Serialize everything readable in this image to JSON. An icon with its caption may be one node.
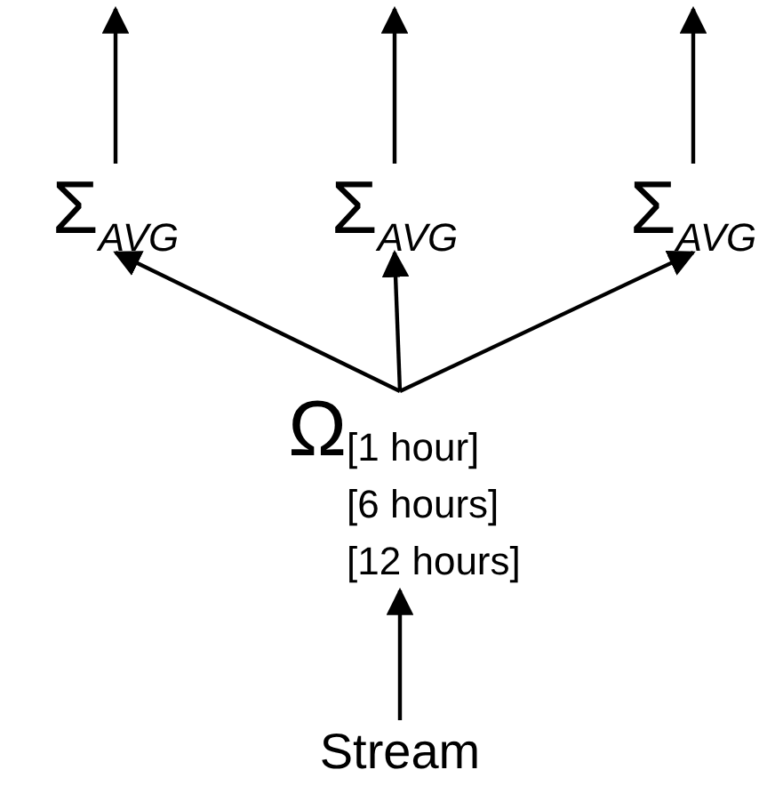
{
  "diagram": {
    "nodes": [
      {
        "text": [
          "Σ$_{AVG}$"
        ]
      },
      {
        "text": [
          "Σ$_{AVG}$"
        ]
      },
      {
        "text": [
          "Σ$_{AVG}$"
        ]
      },
      {
        "text": [
          "Ω",
          "[1 hour]",
          "[6 hours]",
          "[12 hours]"
        ]
      },
      {
        "text": [
          "Stream"
        ]
      }
    ],
    "edges": [
      {
        "from": 4,
        "to": 3,
        "arrow": "to"
      },
      {
        "from": 3,
        "to": 0,
        "arrow": "to"
      },
      {
        "from": 3,
        "to": 1,
        "arrow": "to"
      },
      {
        "from": 3,
        "to": 2,
        "arrow": "to"
      },
      {
        "from": 0,
        "to": null,
        "arrow": "to"
      },
      {
        "from": 1,
        "to": null,
        "arrow": "to"
      },
      {
        "from": 2,
        "to": null,
        "arrow": "to"
      }
    ]
  }
}
